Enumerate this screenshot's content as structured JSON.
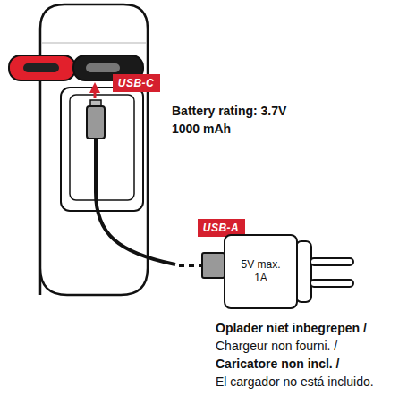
{
  "diagram": {
    "nodes": [
      {
        "text": [
          "USB-C"
        ]
      },
      {
        "text": [
          "USB-A"
        ]
      },
      {
        "text": [
          "5V max. 1A"
        ]
      }
    ],
    "labels": [
      "Battery rating: 3.7V 1000 mAh",
      "Oplader niet inbegrepen /",
      "Chargeur non fourni. /",
      "Caricatore non incl. /",
      "El cargador no está incluido."
    ]
  }
}
